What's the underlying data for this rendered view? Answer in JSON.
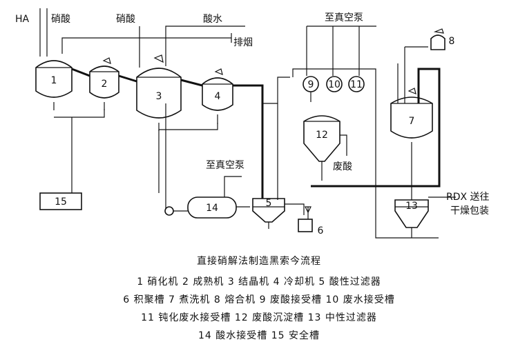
{
  "labels": {
    "ha": "HA",
    "nitric_acid_1": "硝酸",
    "nitric_acid_2": "硝酸",
    "acid_water": "酸水",
    "exhaust": "排烟",
    "to_vacuum_pump_top": "至真空泵",
    "to_vacuum_pump_left": "至真空泵",
    "waste_acid": "废酸",
    "rdx_to_1": "RDX 送往",
    "rdx_to_2": "干燥包装"
  },
  "units": {
    "u1": "1",
    "u2": "2",
    "u3": "3",
    "u4": "4",
    "u5": "5",
    "u6": "6",
    "u7": "7",
    "u8": "8",
    "u9": "9",
    "u10": "10",
    "u11": "11",
    "u12": "12",
    "u13": "13",
    "u14": "14",
    "u15": "15"
  },
  "caption": {
    "title": "直接硝解法制造黑索今流程",
    "line1": "1 硝化机  2 成熟机  3 结晶机  4 冷却机  5 酸性过滤器",
    "line2": "6 积聚槽  7 煮洗机  8 熔合机  9 废酸接受槽  10 废水接受槽",
    "line3": "11 钝化废水接受槽  12 废酸沉淀槽  13 中性过滤器",
    "line4": "14 酸水接受槽  15 安全槽"
  }
}
